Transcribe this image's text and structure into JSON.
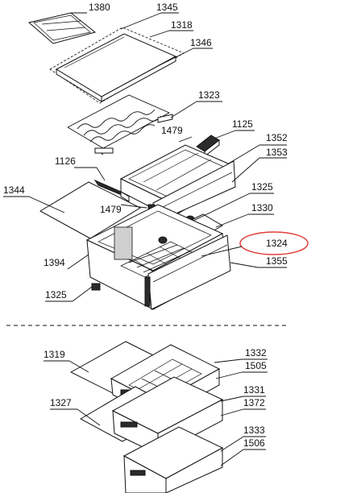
{
  "labels": {
    "p1380": "1380",
    "p1345": "1345",
    "p1318": "1318",
    "p1346": "1346",
    "p1323": "1323",
    "p1479a": "1479",
    "p1125": "1125",
    "p1352": "1352",
    "p1353": "1353",
    "p1126": "1126",
    "p1344": "1344",
    "p1325a": "1325",
    "p1479b": "1479",
    "p1330": "1330",
    "p1324": "1324",
    "p1394": "1394",
    "p1355": "1355",
    "p1325b": "1325",
    "p1319": "1319",
    "p1332": "1332",
    "p1505": "1505",
    "p1327": "1327",
    "p1331": "1331",
    "p1372": "1372",
    "p1333": "1333",
    "p1506": "1506"
  },
  "colors": {
    "line": "#111111",
    "highlight": "#e0403a",
    "background": "#ffffff"
  }
}
